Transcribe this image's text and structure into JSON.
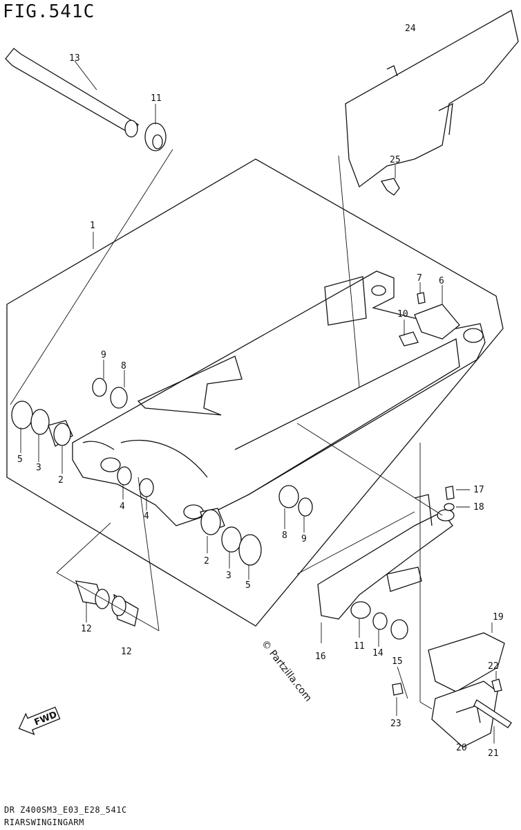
{
  "figure_title": "FIG.541C",
  "footer": {
    "model_code": "DR Z400SM3_E03_E28_541C",
    "section_name": "RIARSWINGINGARM"
  },
  "watermark": "© Partzilla.com",
  "direction_badge": "FWD",
  "callouts": [
    {
      "id": "c1",
      "label": "1"
    },
    {
      "id": "c2a",
      "label": "2"
    },
    {
      "id": "c2b",
      "label": "2"
    },
    {
      "id": "c3a",
      "label": "3"
    },
    {
      "id": "c3b",
      "label": "3"
    },
    {
      "id": "c4a",
      "label": "4"
    },
    {
      "id": "c4b",
      "label": "4"
    },
    {
      "id": "c5a",
      "label": "5"
    },
    {
      "id": "c5b",
      "label": "5"
    },
    {
      "id": "c6",
      "label": "6"
    },
    {
      "id": "c7",
      "label": "7"
    },
    {
      "id": "c8a",
      "label": "8"
    },
    {
      "id": "c8b",
      "label": "8"
    },
    {
      "id": "c9a",
      "label": "9"
    },
    {
      "id": "c9b",
      "label": "9"
    },
    {
      "id": "c10",
      "label": "10"
    },
    {
      "id": "c11a",
      "label": "11"
    },
    {
      "id": "c11b",
      "label": "11"
    },
    {
      "id": "c12a",
      "label": "12"
    },
    {
      "id": "c12b",
      "label": "12"
    },
    {
      "id": "c13",
      "label": "13"
    },
    {
      "id": "c14",
      "label": "14"
    },
    {
      "id": "c15",
      "label": "15"
    },
    {
      "id": "c16",
      "label": "16"
    },
    {
      "id": "c17",
      "label": "17"
    },
    {
      "id": "c18",
      "label": "18"
    },
    {
      "id": "c19",
      "label": "19"
    },
    {
      "id": "c20",
      "label": "20"
    },
    {
      "id": "c21",
      "label": "21"
    },
    {
      "id": "c22",
      "label": "22"
    },
    {
      "id": "c23",
      "label": "23"
    },
    {
      "id": "c24",
      "label": "24"
    },
    {
      "id": "c25",
      "label": "25"
    }
  ]
}
